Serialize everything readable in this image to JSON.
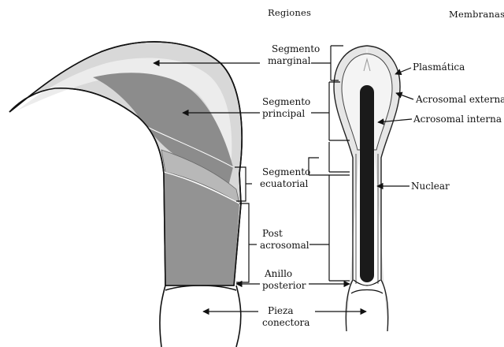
{
  "headers": {
    "regions": "Regiones",
    "membranes": "Membranas"
  },
  "regions": {
    "marginal": [
      "Segmento",
      "marginal"
    ],
    "principal": [
      "Segmento",
      "principal"
    ],
    "equatorial": [
      "Segmento",
      "ecuatorial"
    ],
    "postacrosomal": [
      "Post",
      "acrosomal"
    ],
    "posterior_ring": [
      "Anillo",
      "posterior"
    ],
    "connecting_piece": [
      "Pieza",
      "conectora"
    ]
  },
  "membranes": {
    "plasmatic": "Plasmática",
    "outer_acrosomal": "Acrosomal externa",
    "inner_acrosomal": "Acrosomal interna",
    "nuclear": "Nuclear"
  },
  "colors": {
    "acrosome_light": "#d8d8d8",
    "principal_dark": "#8c8c8c",
    "postacrosomal": "#939393",
    "nucleus": "#1a1a1a",
    "outline": "#111111"
  }
}
